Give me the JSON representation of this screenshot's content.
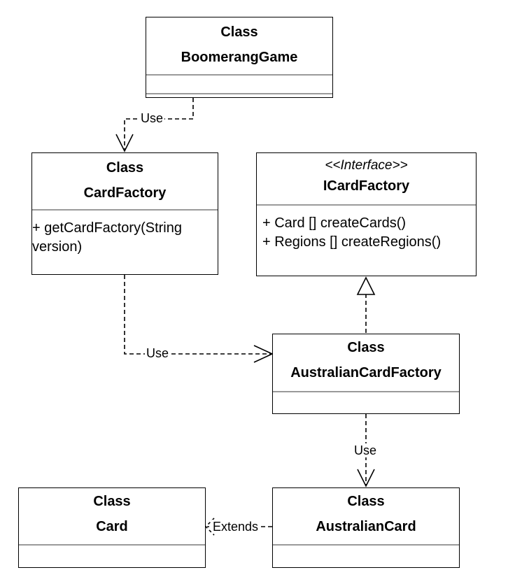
{
  "boomerang_game": {
    "kind": "Class",
    "name": "BoomerangGame"
  },
  "card_factory": {
    "kind": "Class",
    "name": "CardFactory",
    "operations": [
      "+ getCardFactory(String",
      "version)"
    ]
  },
  "icard_factory": {
    "stereotype": "<<Interface>>",
    "name": "ICardFactory",
    "operations": [
      "+ Card [] createCards()",
      "+ Regions [] createRegions()"
    ]
  },
  "australian_card_factory": {
    "kind": "Class",
    "name": "AustralianCardFactory"
  },
  "card": {
    "kind": "Class",
    "name": "Card"
  },
  "australian_card": {
    "kind": "Class",
    "name": "AustralianCard"
  },
  "relations": {
    "game_uses_factory": "Use",
    "factory_uses_australian_factory": "Use",
    "australian_factory_uses_card": "Use",
    "australian_card_extends_card": "Extends"
  }
}
